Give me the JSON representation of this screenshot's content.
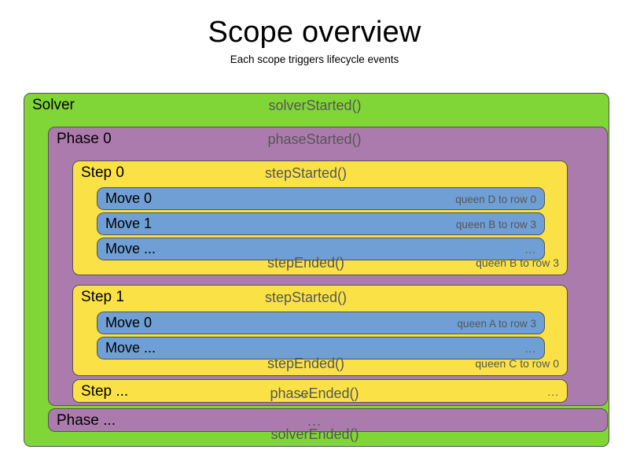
{
  "header": {
    "title": "Scope overview",
    "subtitle": "Each scope triggers lifecycle events"
  },
  "colors": {
    "solver": "#80d636",
    "phase": "#ac7bae",
    "step": "#fae246",
    "move": "#6f9fd4",
    "border": "#54544f",
    "event_text": "#565656",
    "label_text": "#000000",
    "background": "#ffffff"
  },
  "diagram": {
    "solver": {
      "label": "Solver",
      "started_event": "solverStarted()",
      "ended_event": "solverEnded()",
      "phases": [
        {
          "label": "Phase 0",
          "started_event": "phaseStarted()",
          "ended_event": "phaseEnded()",
          "steps": [
            {
              "label": "Step 0",
              "started_event": "stepStarted()",
              "ended_event": "stepEnded()",
              "ended_detail": "queen B to row 3",
              "moves": [
                {
                  "label": "Move 0",
                  "detail": "queen D to row 0"
                },
                {
                  "label": "Move 1",
                  "detail": "queen B to row 3"
                },
                {
                  "label": "Move ...",
                  "detail": "..."
                }
              ]
            },
            {
              "label": "Step 1",
              "started_event": "stepStarted()",
              "ended_event": "stepEnded()",
              "ended_detail": "queen C to row 0",
              "moves": [
                {
                  "label": "Move 0",
                  "detail": "queen A to row 3"
                },
                {
                  "label": "Move ...",
                  "detail": "..."
                }
              ]
            }
          ],
          "step_tail": {
            "label": "Step ...",
            "center": "...",
            "detail": "..."
          }
        }
      ],
      "phase_tail": {
        "label": "Phase ...",
        "center": "...",
        "detail": ""
      }
    }
  }
}
